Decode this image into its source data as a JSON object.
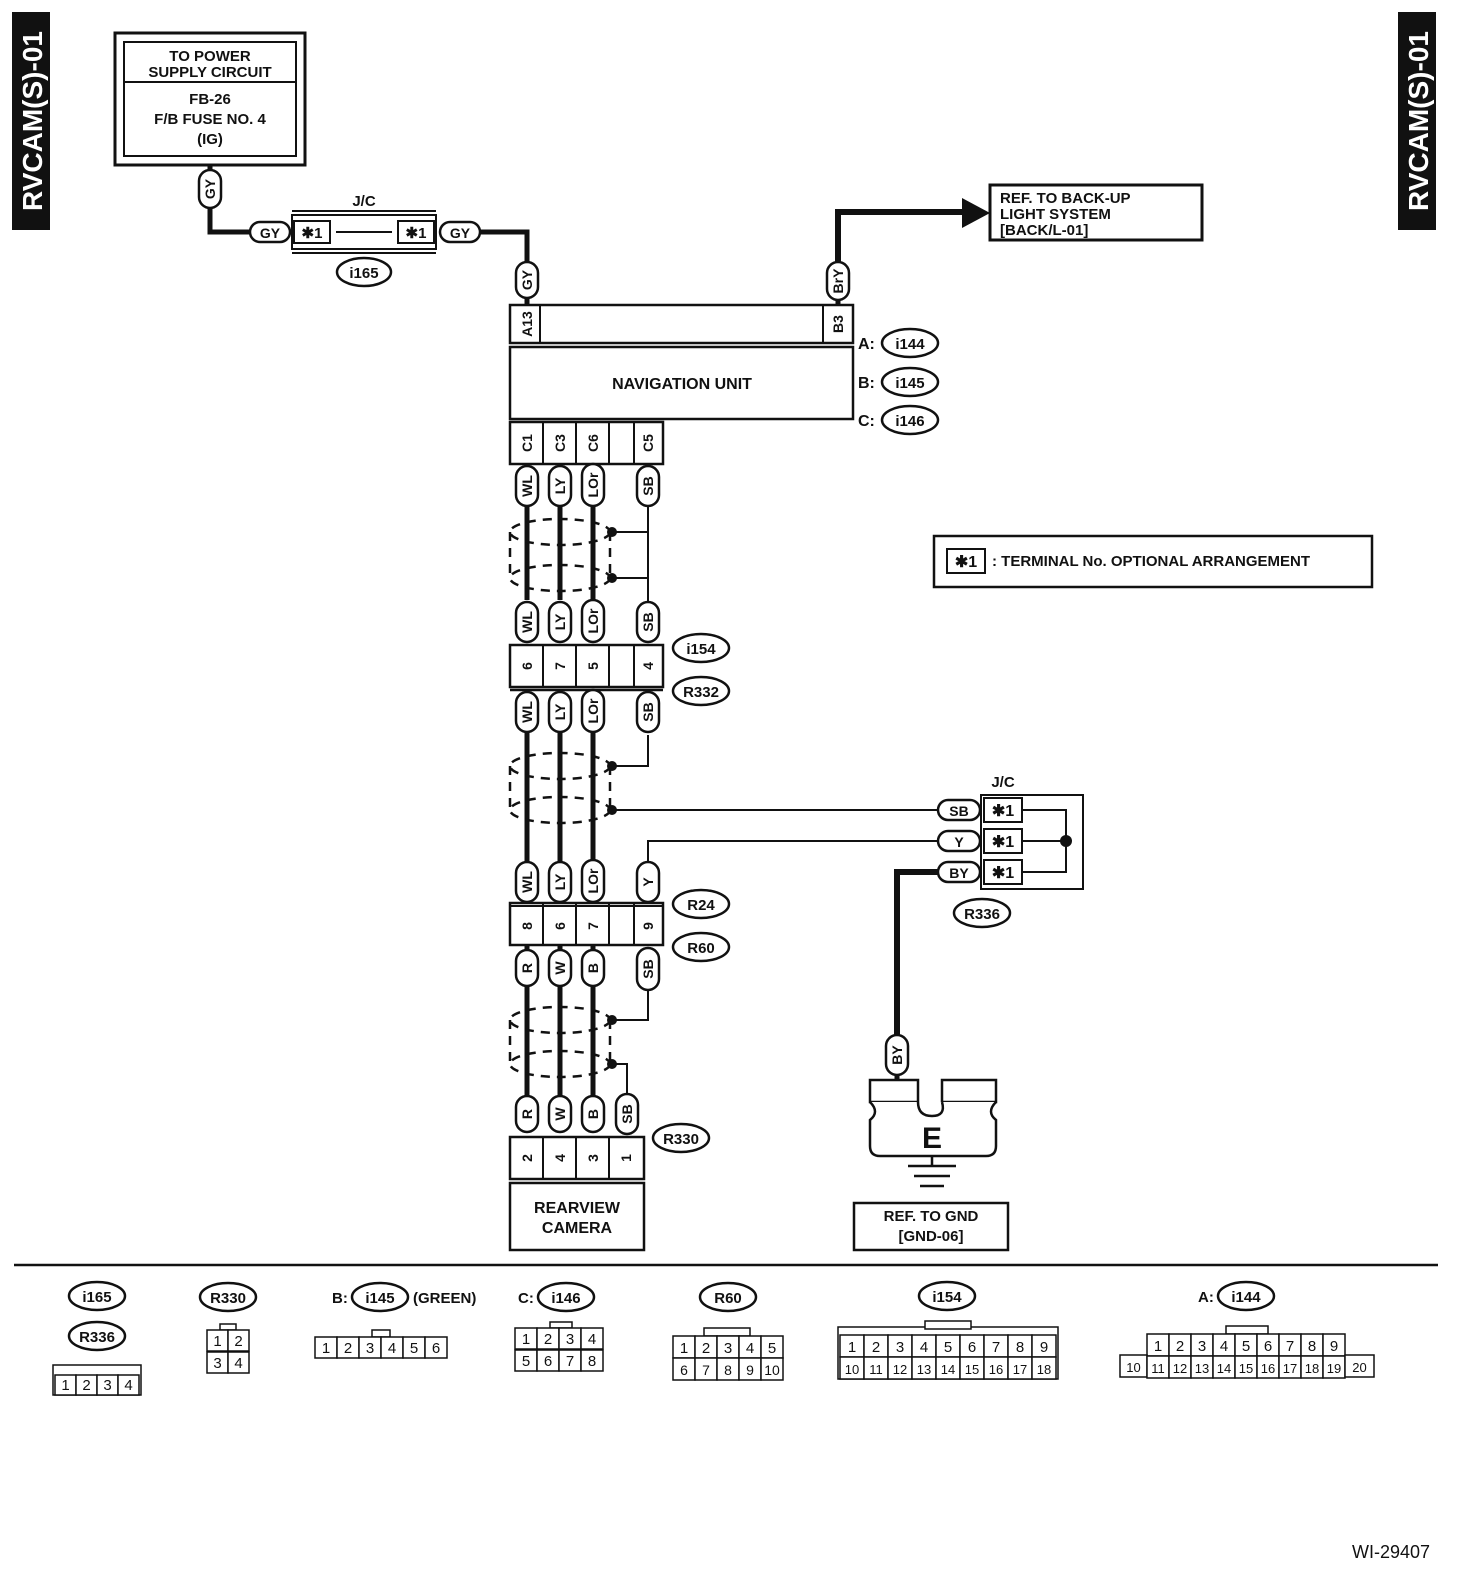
{
  "side_tab_left": "RVCAM(S)-01",
  "side_tab_right": "RVCAM(S)-01",
  "power_box": {
    "line1": "TO POWER",
    "line2": "SUPPLY CIRCUIT",
    "line3": "FB-26",
    "line4": "F/B FUSE NO. 4",
    "line5": "(IG)"
  },
  "jc_top": {
    "label": "J/C",
    "star": "✱1",
    "connector": "i165"
  },
  "wires": {
    "gy": "GY",
    "bry": "BrY",
    "wl": "WL",
    "ly": "LY",
    "lor": "LOr",
    "sb": "SB",
    "y": "Y",
    "by": "BY",
    "r": "R",
    "w": "W",
    "b": "B"
  },
  "nav_unit": {
    "label": "NAVIGATION UNIT",
    "pin_a13": "A13",
    "pin_b3": "B3",
    "pin_c1": "C1",
    "pin_c3": "C3",
    "pin_c6": "C6",
    "pin_c5": "C5"
  },
  "nav_connectors": [
    {
      "prefix": "A:",
      "id": "i144"
    },
    {
      "prefix": "B:",
      "id": "i145"
    },
    {
      "prefix": "C:",
      "id": "i146"
    }
  ],
  "backup_ref": {
    "line1": "REF. TO BACK-UP",
    "line2": "LIGHT SYSTEM",
    "line3": "[BACK/L-01]"
  },
  "legend": {
    "star": "✱1",
    "text": ": TERMINAL No. OPTIONAL ARRANGEMENT"
  },
  "conn_i154_r332": {
    "top": "i154",
    "bottom": "R332",
    "pins": [
      "6",
      "7",
      "5",
      "4"
    ]
  },
  "conn_r24_r60": {
    "top": "R24",
    "bottom": "R60",
    "pins": [
      "8",
      "6",
      "7",
      "9"
    ]
  },
  "jc_right": {
    "label": "J/C",
    "star": "✱1",
    "connector": "R336"
  },
  "camera": {
    "line1": "REARVIEW",
    "line2": "CAMERA",
    "connector": "R330",
    "pins": [
      "2",
      "4",
      "3",
      "1"
    ]
  },
  "ground": {
    "symbol": "E",
    "line1": "REF. TO GND",
    "line2": "[GND-06]"
  },
  "bottom_connectors": {
    "c1": {
      "ids": [
        "i165",
        "R336"
      ],
      "pins": [
        "1",
        "2",
        "3",
        "4"
      ]
    },
    "c2": {
      "id": "R330",
      "pins": [
        "1",
        "2",
        "3",
        "4"
      ]
    },
    "c3": {
      "prefix": "B:",
      "id": "i145",
      "note": "(GREEN)",
      "pins": [
        "1",
        "2",
        "3",
        "4",
        "5",
        "6"
      ]
    },
    "c4": {
      "prefix": "C:",
      "id": "i146",
      "pins": [
        "1",
        "2",
        "3",
        "4",
        "5",
        "6",
        "7",
        "8"
      ]
    },
    "c5": {
      "id": "R60",
      "pins": [
        "1",
        "2",
        "3",
        "4",
        "5",
        "6",
        "7",
        "8",
        "9",
        "10"
      ]
    },
    "c6": {
      "id": "i154",
      "pins": [
        "1",
        "2",
        "3",
        "4",
        "5",
        "6",
        "7",
        "8",
        "9",
        "10",
        "11",
        "12",
        "13",
        "14",
        "15",
        "16",
        "17",
        "18"
      ]
    },
    "c7": {
      "prefix": "A:",
      "id": "i144",
      "pins": [
        "1",
        "2",
        "3",
        "4",
        "5",
        "6",
        "7",
        "8",
        "9",
        "10",
        "11",
        "12",
        "13",
        "14",
        "15",
        "16",
        "17",
        "18",
        "19",
        "20"
      ]
    }
  },
  "figure_id": "WI-29407"
}
